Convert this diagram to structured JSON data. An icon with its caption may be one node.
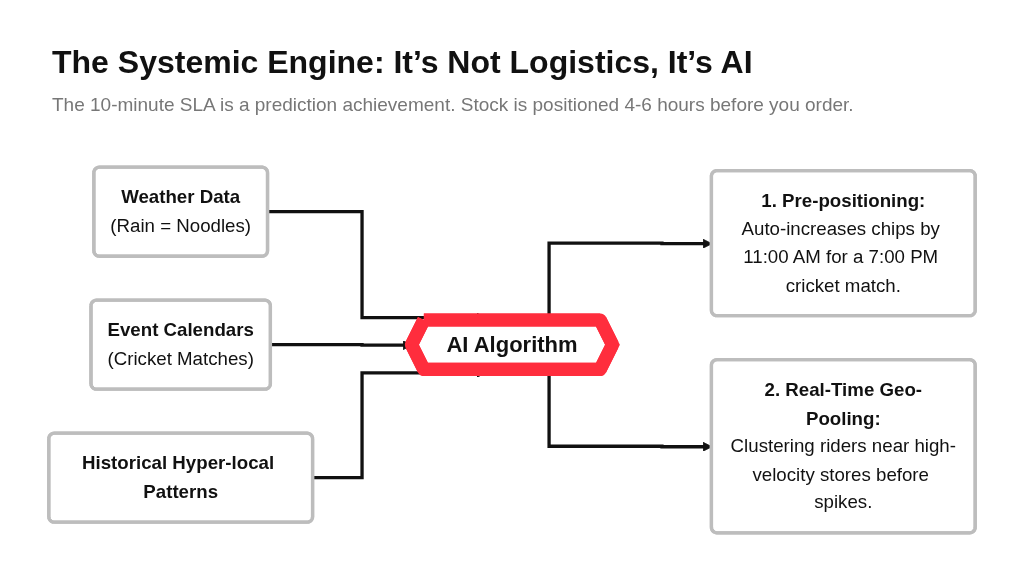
{
  "diagram": {
    "title": "The Systemic Engine: It’s Not Logistics, It’s AI",
    "caption": "The 10-minute SLA is a prediction achievement. Stock is positioned 4-6 hours before you order.",
    "nodes": [
      {
        "text": [
          "Weather Data",
          "(Rain = Noodles)"
        ]
      },
      {
        "text": [
          "Event Calendars",
          "(Cricket Matches)"
        ]
      },
      {
        "text": [
          "Historical Hyper-local Patterns"
        ]
      },
      {
        "text": [
          "AI Algorithm"
        ]
      },
      {
        "text": [
          "1. Pre-positioning:",
          "Auto-increases chips by 11:00 AM for a 7:00 PM cricket match."
        ]
      },
      {
        "text": [
          "2. Real-Time Geo-Pooling:",
          "Clustering riders near high-velocity stores before spikes."
        ]
      }
    ],
    "edges": [
      {
        "from": 0,
        "to": 3,
        "arrow": "to"
      },
      {
        "from": 1,
        "to": 3,
        "arrow": "to"
      },
      {
        "from": 2,
        "to": 3,
        "arrow": "to"
      },
      {
        "from": 3,
        "to": 4,
        "arrow": "to"
      },
      {
        "from": 3,
        "to": 5,
        "arrow": "to"
      }
    ]
  }
}
